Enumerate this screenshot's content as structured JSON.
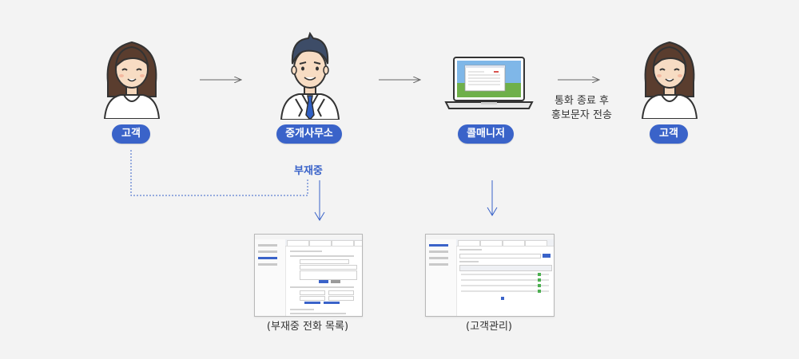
{
  "nodes": {
    "customer_left": {
      "label": "고객"
    },
    "broker_office": {
      "label": "중개사무소"
    },
    "call_manager": {
      "label": "콜매니저"
    },
    "customer_right": {
      "label": "고객"
    }
  },
  "edges": {
    "after_call_text": "통화 종료 후\n홍보문자 전송",
    "absent_label": "부재중"
  },
  "screens": {
    "missed_calls": {
      "caption": "(부재중 전화 목록)"
    },
    "customer_mgmt": {
      "caption": "(고객관리)"
    }
  },
  "colors": {
    "accent": "#3a63c9",
    "arrow": "#666666",
    "dashed": "#3a63c9"
  }
}
